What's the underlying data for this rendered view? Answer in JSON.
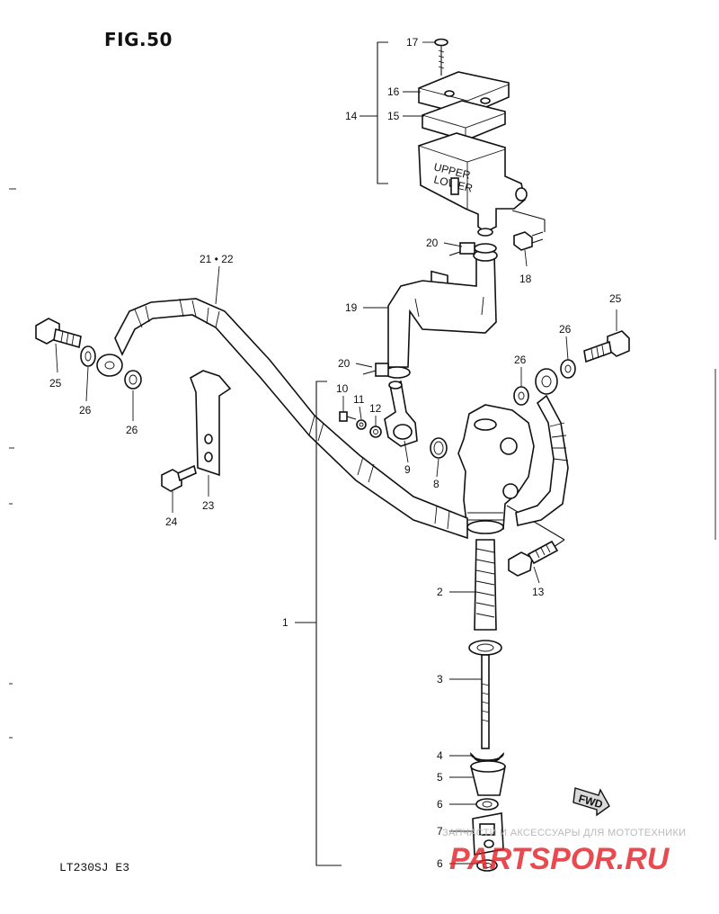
{
  "figure": {
    "title": "FIG.50",
    "model": "LT230SJ  E3"
  },
  "watermark": {
    "line1": "ЗАПЧАСТИ И АКСЕССУАРЫ ДЛЯ МОТОТЕХНИКИ",
    "logo": "PARTSPOR.RU",
    "color": "#e31e24"
  },
  "fwd_badge": "FWD",
  "callouts": [
    {
      "id": "c17",
      "text": "17"
    },
    {
      "id": "c16",
      "text": "16"
    },
    {
      "id": "c14",
      "text": "14"
    },
    {
      "id": "c15",
      "text": "15"
    },
    {
      "id": "c20a",
      "text": "20"
    },
    {
      "id": "c18",
      "text": "18"
    },
    {
      "id": "c21_22",
      "text": "21 • 22"
    },
    {
      "id": "c19",
      "text": "19"
    },
    {
      "id": "c25a",
      "text": "25"
    },
    {
      "id": "c25b",
      "text": "25"
    },
    {
      "id": "c26a",
      "text": "26"
    },
    {
      "id": "c26b",
      "text": "26"
    },
    {
      "id": "c26c",
      "text": "26"
    },
    {
      "id": "c26d",
      "text": "26"
    },
    {
      "id": "c20b",
      "text": "20"
    },
    {
      "id": "c10",
      "text": "10"
    },
    {
      "id": "c11",
      "text": "11"
    },
    {
      "id": "c12",
      "text": "12"
    },
    {
      "id": "c9",
      "text": "9"
    },
    {
      "id": "c8",
      "text": "8"
    },
    {
      "id": "c23",
      "text": "23"
    },
    {
      "id": "c24",
      "text": "24"
    },
    {
      "id": "c13",
      "text": "13"
    },
    {
      "id": "c1",
      "text": "1"
    },
    {
      "id": "c2",
      "text": "2"
    },
    {
      "id": "c3",
      "text": "3"
    },
    {
      "id": "c4",
      "text": "4"
    },
    {
      "id": "c5",
      "text": "5"
    },
    {
      "id": "c6a",
      "text": "6"
    },
    {
      "id": "c7",
      "text": "7"
    },
    {
      "id": "c6b",
      "text": "6"
    }
  ],
  "reservoir_marks": {
    "upper": "UPPER",
    "lower": "LOWER"
  }
}
